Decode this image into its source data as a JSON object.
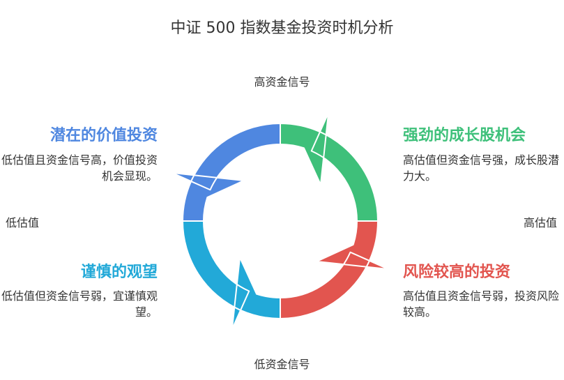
{
  "title": "中证 500 指数基金投资时机分析",
  "axes": {
    "top": "高资金信号",
    "bottom": "低资金信号",
    "left": "低估值",
    "right": "高估值"
  },
  "quadrants": {
    "top_left": {
      "title": "潜在的价值投资",
      "desc": "低估值且资金信号高，价值投资机会显现。",
      "color": "#4f87e0"
    },
    "top_right": {
      "title": "强劲的成长股机会",
      "desc": "高估值但资金信号强，成长股潜力大。",
      "color": "#3ec07a"
    },
    "bottom_left": {
      "title": "谨慎的观望",
      "desc": "低估值但资金信号弱，宜谨慎观望。",
      "color": "#22a9d8"
    },
    "bottom_right": {
      "title": "风险较高的投资",
      "desc": "高估值且资金信号弱，投资风险较高。",
      "color": "#e2554f"
    }
  }
}
